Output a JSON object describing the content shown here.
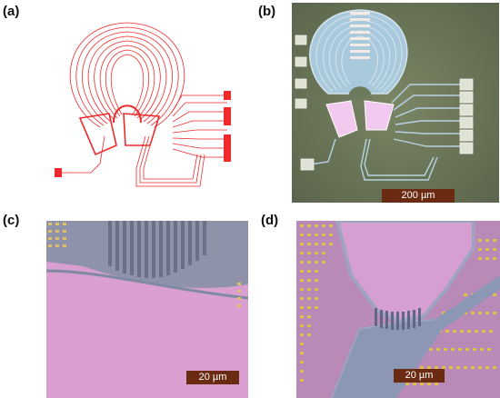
{
  "panels": {
    "a": {
      "label": "(a)"
    },
    "b": {
      "label": "(b)",
      "scale": "200 µm"
    },
    "c": {
      "label": "(c)",
      "scale": "20 µm"
    },
    "d": {
      "label": "(d)",
      "scale": "20 µm"
    }
  }
}
